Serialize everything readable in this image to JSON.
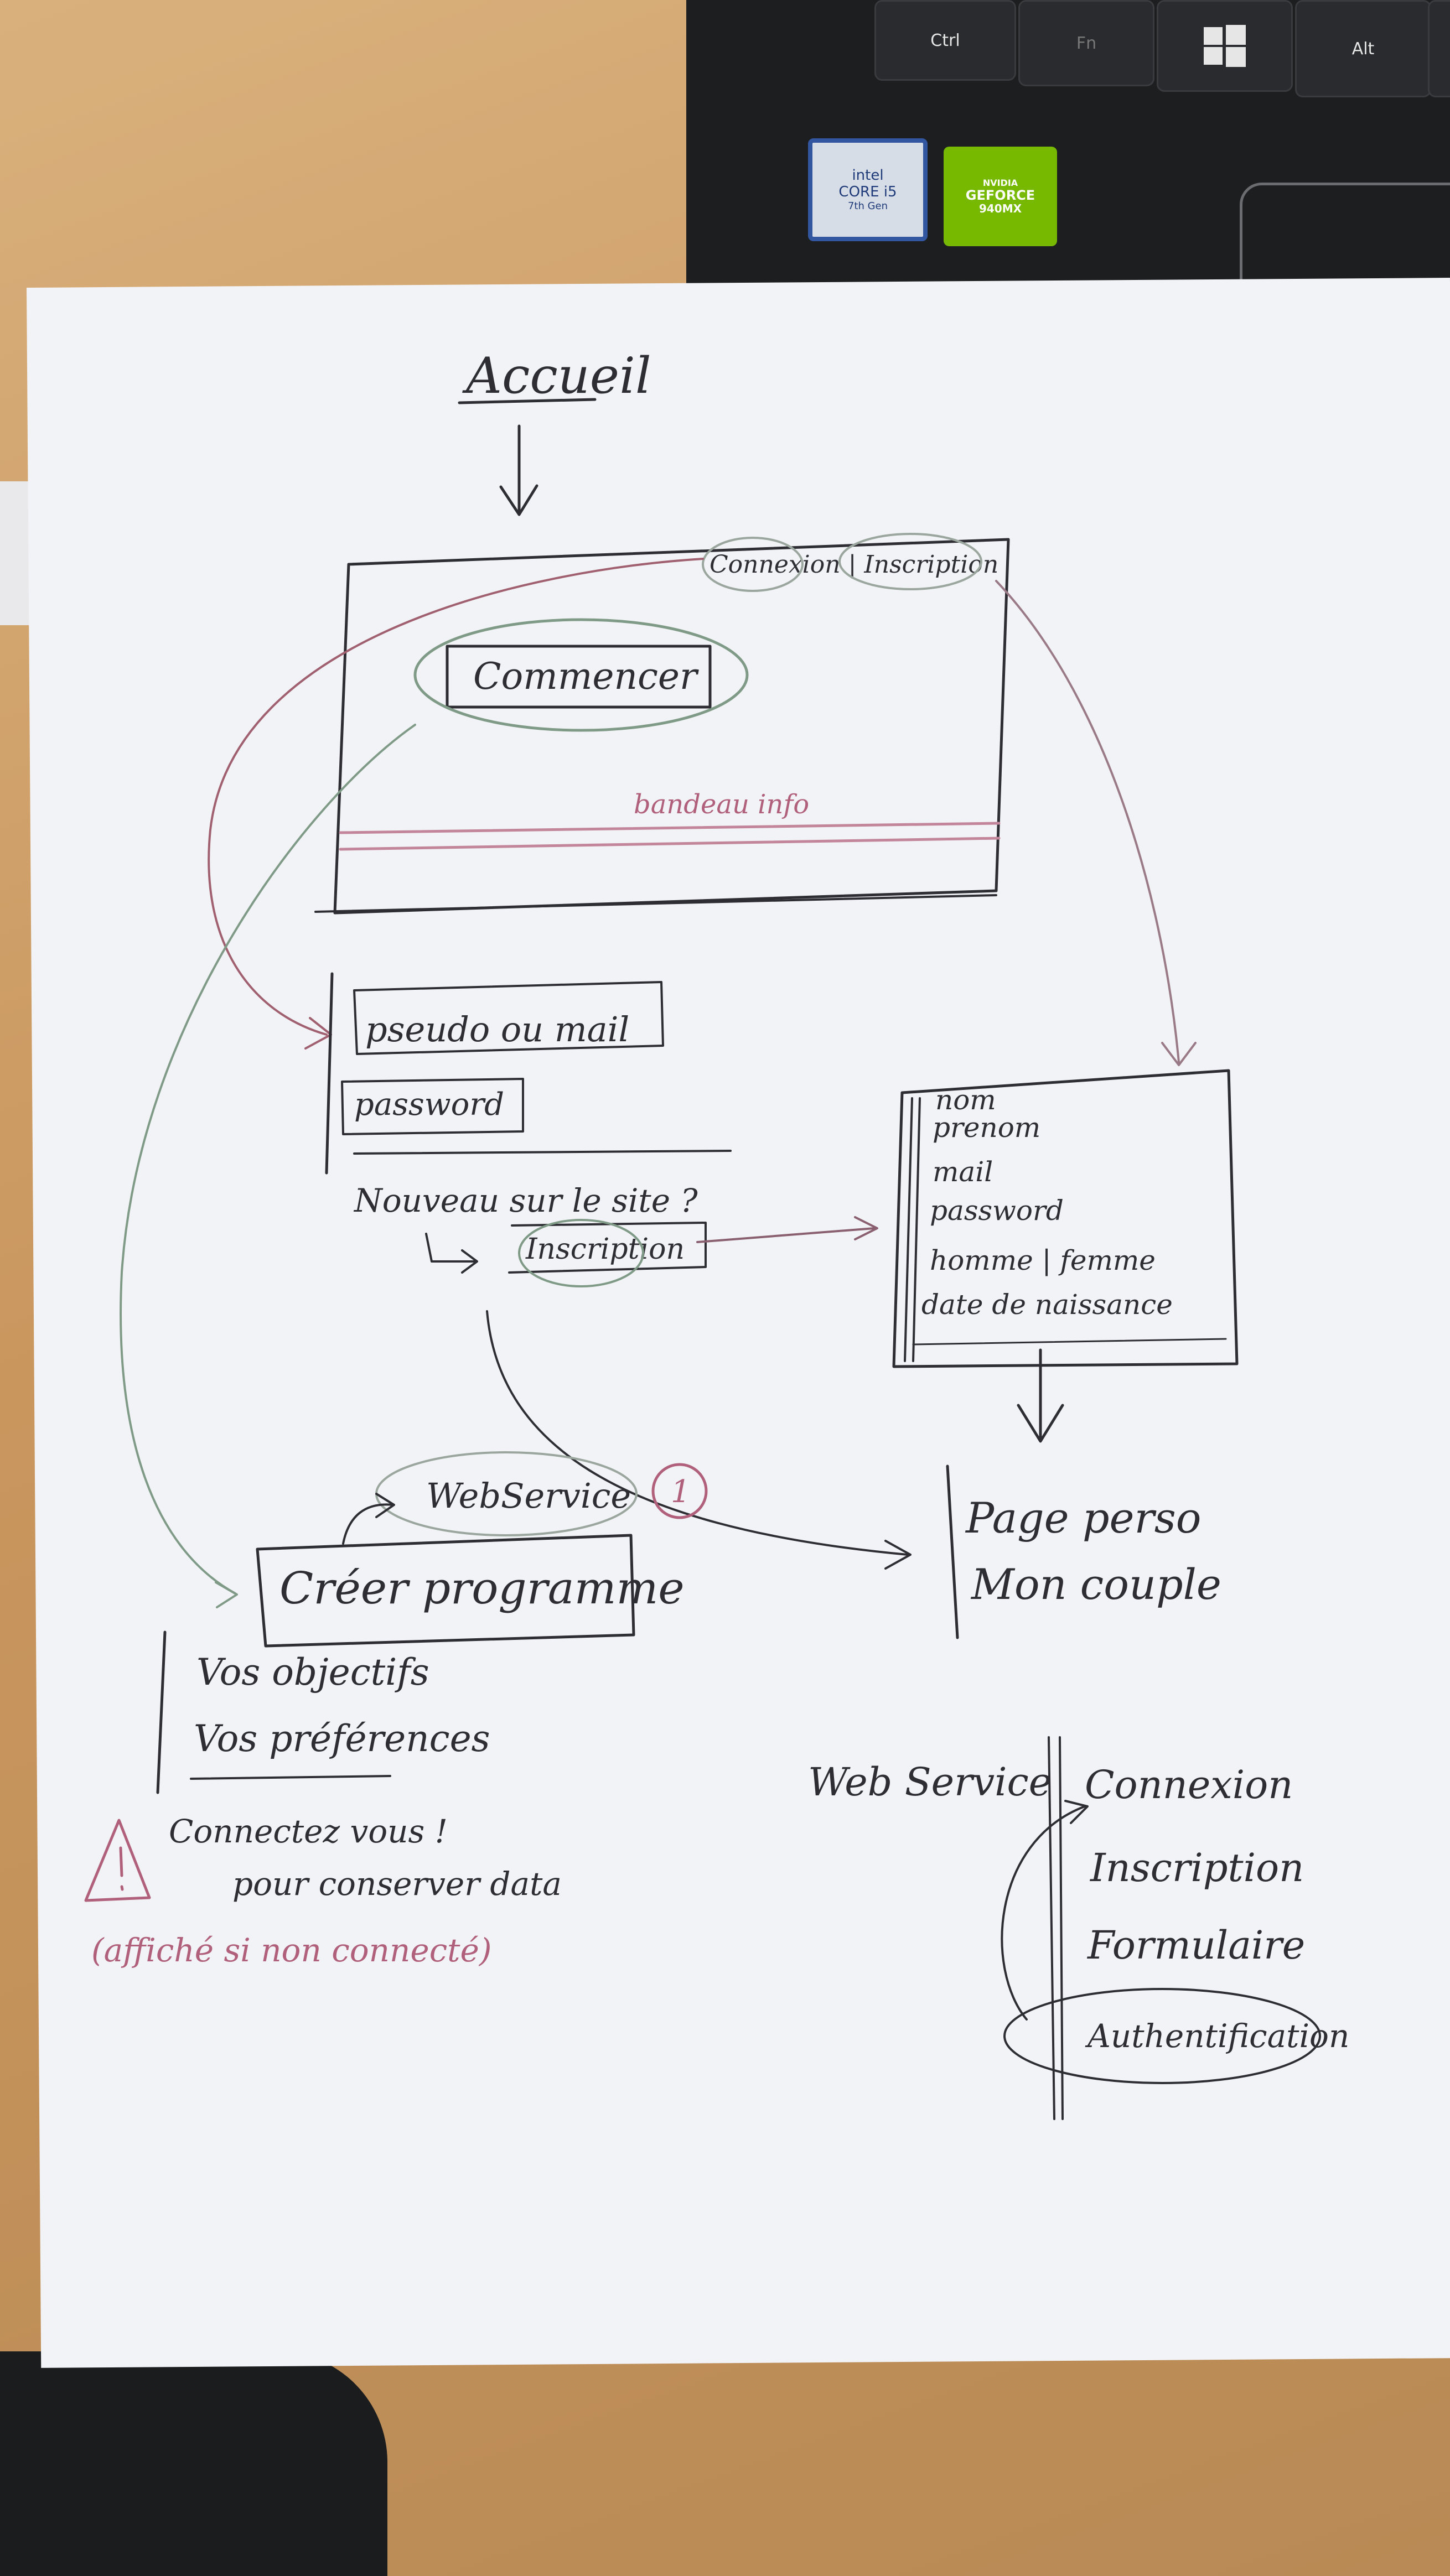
{
  "laptop": {
    "keys": [
      "Ctrl",
      "Fn",
      "Alt"
    ],
    "windows_key_icon": "windows-logo-icon",
    "stickers": {
      "intel": [
        "intel",
        "CORE i5",
        "7th Gen"
      ],
      "nvidia": [
        "NVIDIA",
        "GEFORCE",
        "940MX"
      ]
    }
  },
  "sketch": {
    "title": "Accueil",
    "home": {
      "login_signup": "Connexion | Inscription",
      "start_button": "Commencer",
      "banner": "bandeau info"
    },
    "login": {
      "username_field": "pseudo ou mail",
      "password_field": "password",
      "new_prompt": "Nouveau sur le site ?",
      "signup_button": "Inscription"
    },
    "signup_form": {
      "fields": [
        "nom",
        "prenom",
        "mail",
        "password",
        "homme | femme",
        "date de naissance"
      ]
    },
    "personal": {
      "items": [
        "Page perso",
        "Mon couple"
      ]
    },
    "program": {
      "webservice_label": "WebService",
      "webservice_marker": "1",
      "create_button": "Créer programme",
      "items": [
        "Vos objectifs",
        "Vos préférences"
      ],
      "warning_lines": [
        "Connectez vous !",
        "pour conserver data",
        "(affiché si non connecté)"
      ]
    },
    "webservice_list": {
      "label": "Web Service",
      "items": [
        "Connexion",
        "Inscription",
        "Formulaire",
        "Authentification"
      ]
    }
  },
  "colors": {
    "pencil": "#2d2d33",
    "red_pen": "#b0607a",
    "green_pen": "#7f9a86"
  }
}
